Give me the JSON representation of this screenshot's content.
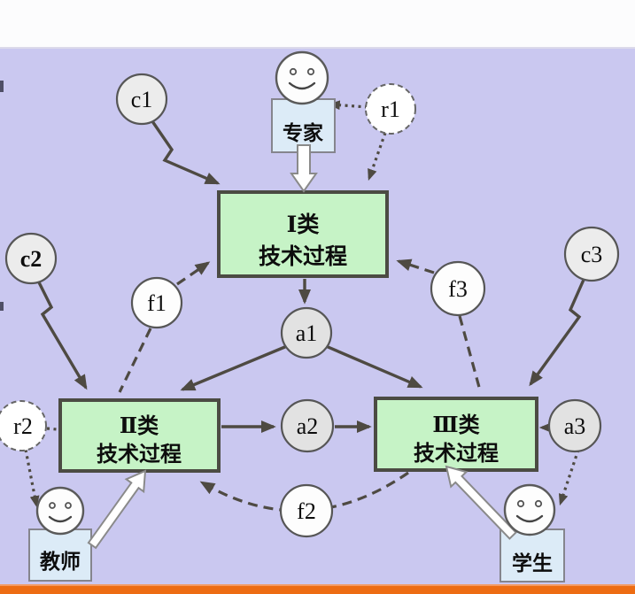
{
  "nodes": {
    "expert": {
      "label": "专家"
    },
    "teacher": {
      "label": "教师"
    },
    "student": {
      "label": "学生"
    },
    "process1": {
      "line1": "Ⅰ类",
      "line2": "技术过程"
    },
    "process2": {
      "line1": "Ⅱ类",
      "line2": "技术过程"
    },
    "process3": {
      "line1": "Ⅲ类",
      "line2": "技术过程"
    },
    "c1": {
      "label": "c1"
    },
    "c2": {
      "label": "c2"
    },
    "c3": {
      "label": "c3"
    },
    "r1": {
      "label": "r1"
    },
    "r2": {
      "label": "r2"
    },
    "f1": {
      "label": "f1"
    },
    "f2": {
      "label": "f2"
    },
    "f3": {
      "label": "f3"
    },
    "a1": {
      "label": "a1"
    },
    "a2": {
      "label": "a2"
    },
    "a3": {
      "label": "a3"
    }
  },
  "colors": {
    "background": "#cac8f0",
    "top_strip": "#fcfcfd",
    "process_fill": "#c6f3c6",
    "process_border": "#4b4b43",
    "person_fill": "#dcebf7",
    "person_border": "#85858d",
    "line": "#4e4a42",
    "circle_fill_light": "#ececec",
    "circle_fill_gray": "#e2e2e2",
    "circle_fill_white": "#fdfdfd",
    "bottom_bar": "#ed6c13",
    "bottom_bar_highlight": "#f49a62"
  }
}
